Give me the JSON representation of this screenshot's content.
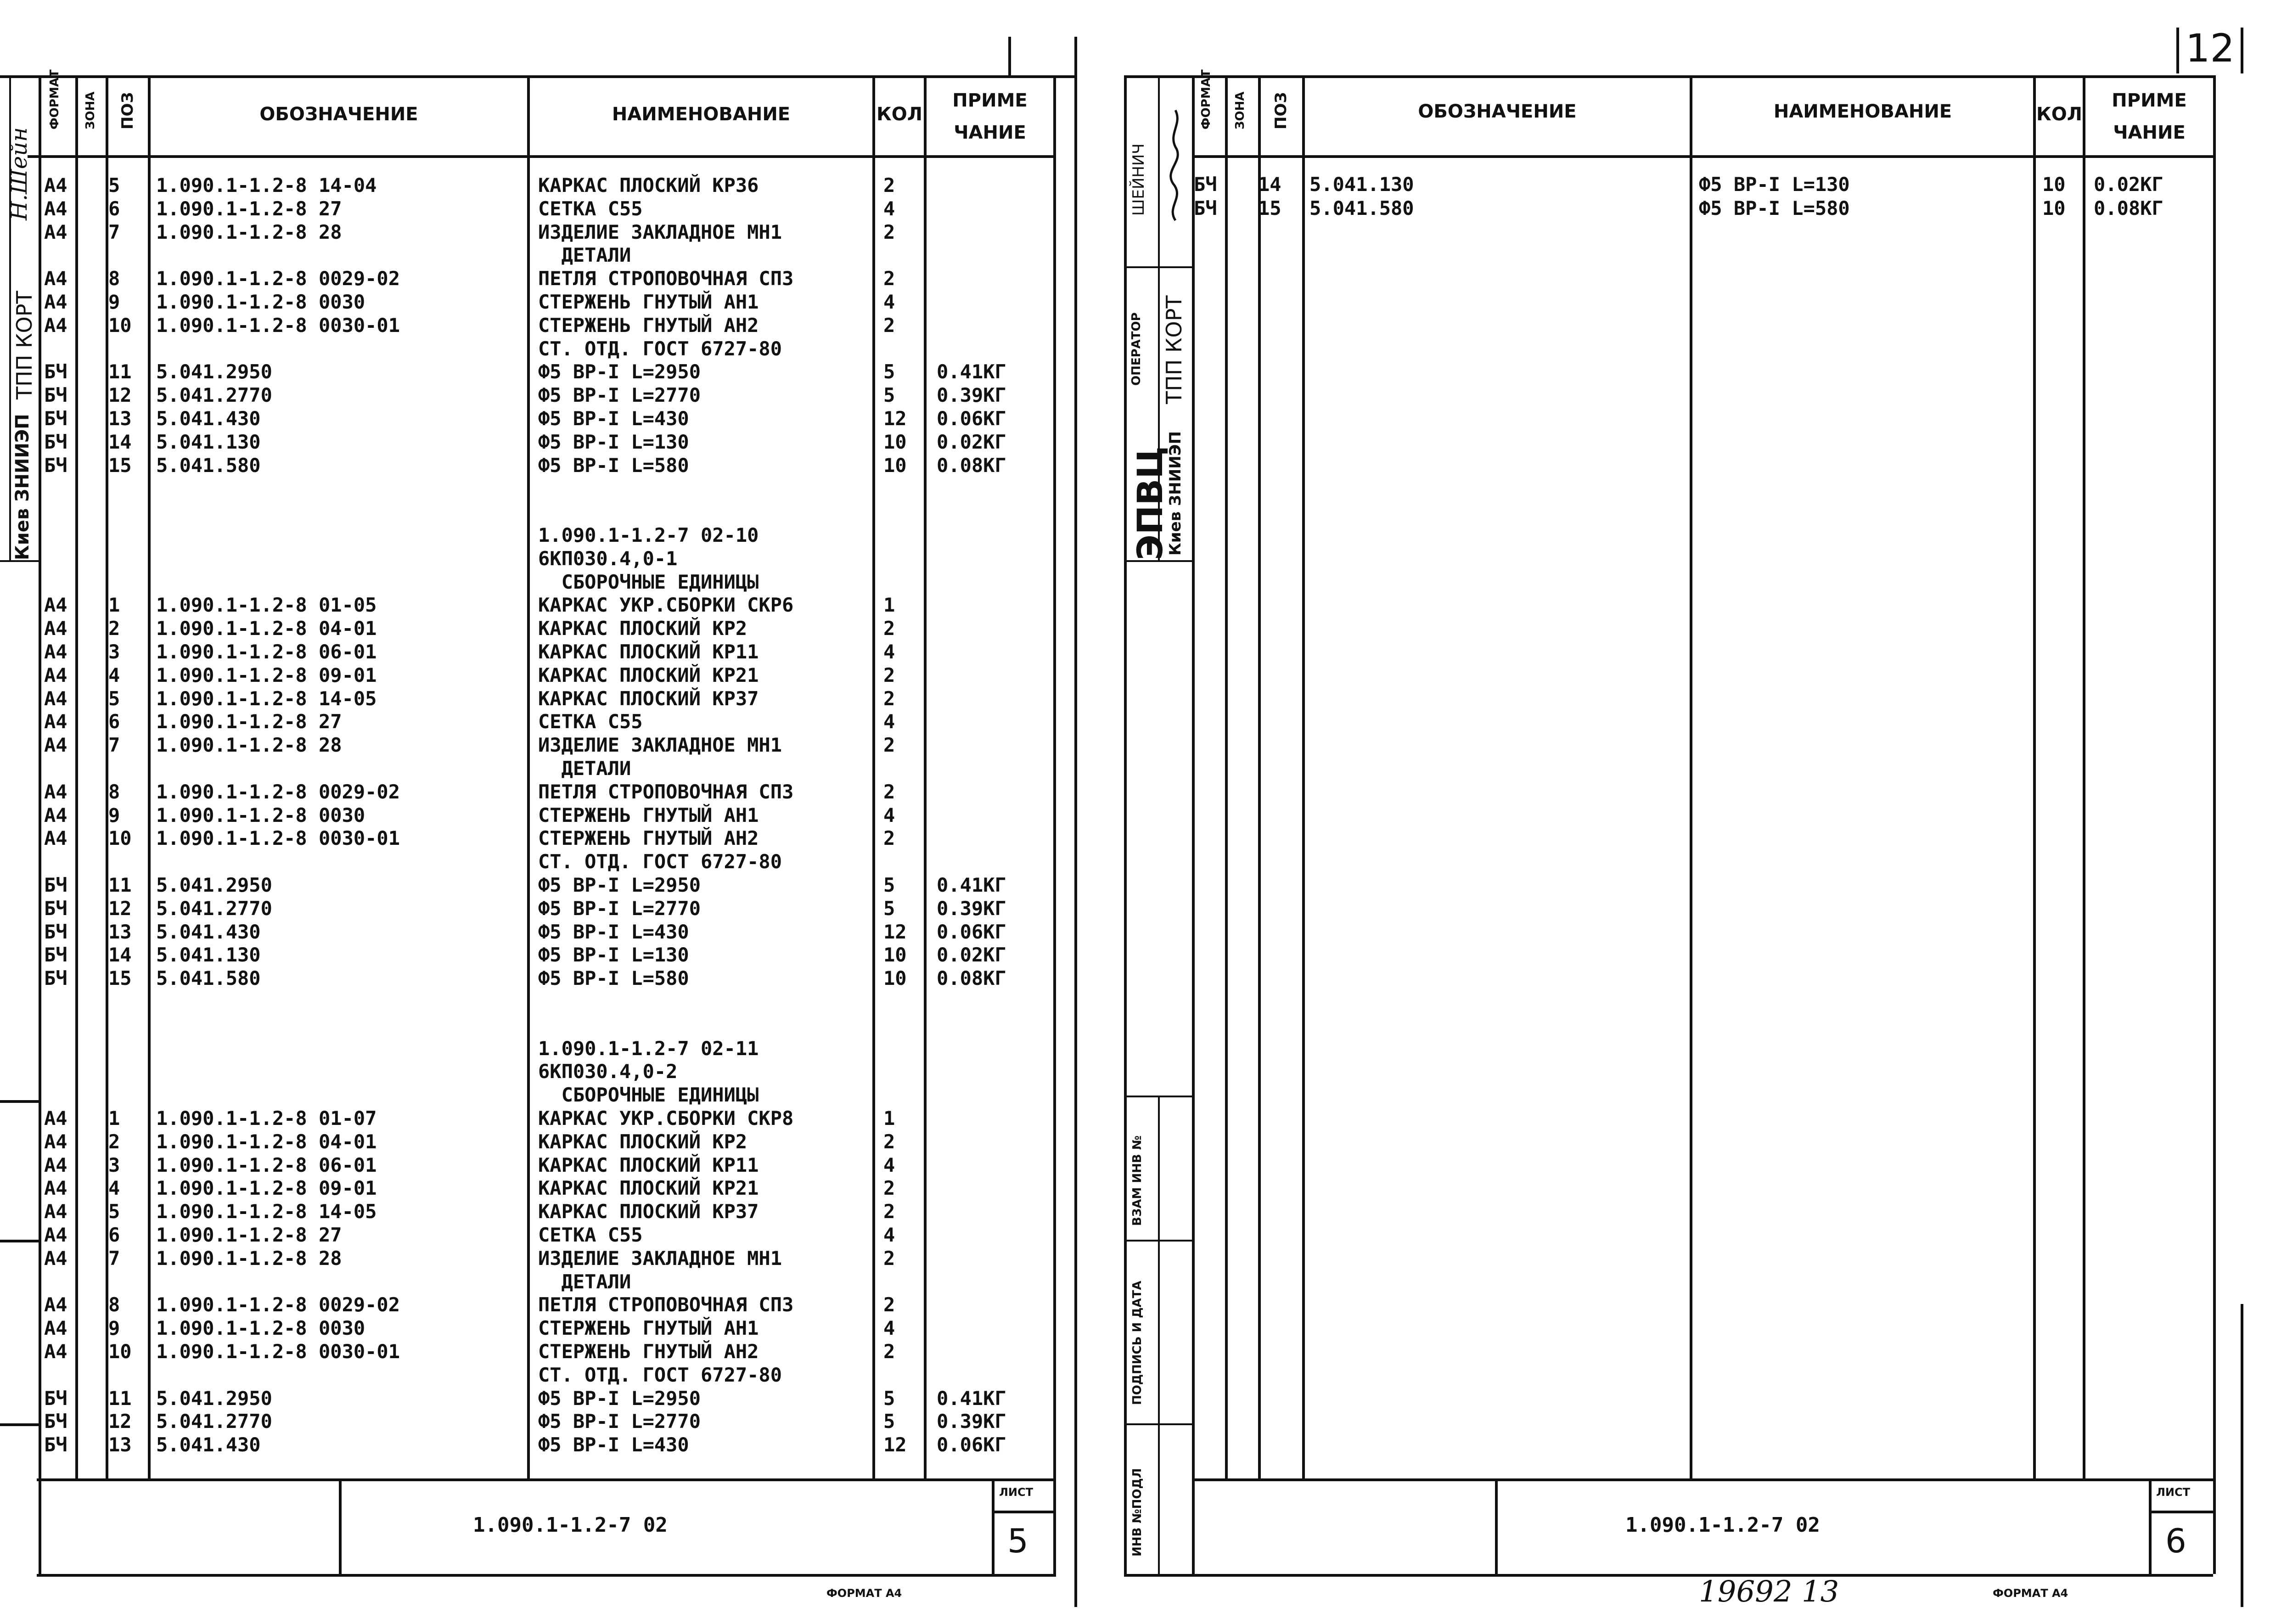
{
  "header": {
    "format": "ФОРМАТ",
    "zone": "ЗОНА",
    "pos": "ПОЗ",
    "designation": "ОБОЗНАЧЕНИЕ",
    "name": "НАИМЕНОВАНИЕ",
    "qty": "КОЛ",
    "note_l1_left": "ПРИМЕ",
    "note_l1_right": "ПРИМЕ",
    "note_l2": "ЧАНИЕ"
  },
  "left_sheet": {
    "rows": [
      {
        "f": "А4",
        "p": "5",
        "d": "1.090.1-1.2-8 14-04",
        "n": "КАРКАС ПЛОСКИЙ КР36",
        "q": "2",
        "m": ""
      },
      {
        "f": "А4",
        "p": "6",
        "d": "1.090.1-1.2-8 27",
        "n": "СЕТКА С55",
        "q": "4",
        "m": ""
      },
      {
        "f": "А4",
        "p": "7",
        "d": "1.090.1-1.2-8 28",
        "n": "ИЗДЕЛИЕ ЗАКЛАДНОЕ МН1",
        "q": "2",
        "m": ""
      },
      {
        "f": "",
        "p": "",
        "d": "",
        "n": "  ДЕТАЛИ",
        "q": "",
        "m": ""
      },
      {
        "f": "А4",
        "p": "8",
        "d": "1.090.1-1.2-8 0029-02",
        "n": "ПЕТЛЯ СТРОПОВОЧНАЯ СП3",
        "q": "2",
        "m": ""
      },
      {
        "f": "А4",
        "p": "9",
        "d": "1.090.1-1.2-8 0030",
        "n": "СТЕРЖЕНЬ ГНУТЫЙ АН1",
        "q": "4",
        "m": ""
      },
      {
        "f": "А4",
        "p": "10",
        "d": "1.090.1-1.2-8 0030-01",
        "n": "СТЕРЖЕНЬ ГНУТЫЙ АН2",
        "q": "2",
        "m": ""
      },
      {
        "f": "",
        "p": "",
        "d": "",
        "n": "СТ. ОТД. ГОСТ 6727-80",
        "q": "",
        "m": ""
      },
      {
        "f": "БЧ",
        "p": "11",
        "d": "5.041.2950",
        "n": "Ф5 ВР-I L=2950",
        "q": "5",
        "m": "0.41КГ"
      },
      {
        "f": "БЧ",
        "p": "12",
        "d": "5.041.2770",
        "n": "Ф5 ВР-I L=2770",
        "q": "5",
        "m": "0.39КГ"
      },
      {
        "f": "БЧ",
        "p": "13",
        "d": "5.041.430",
        "n": "Ф5 ВР-I L=430",
        "q": "12",
        "m": "0.06КГ"
      },
      {
        "f": "БЧ",
        "p": "14",
        "d": "5.041.130",
        "n": "Ф5 ВР-I L=130",
        "q": "10",
        "m": "0.02КГ"
      },
      {
        "f": "БЧ",
        "p": "15",
        "d": "5.041.580",
        "n": "Ф5 ВР-I L=580",
        "q": "10",
        "m": "0.08КГ"
      },
      {
        "f": "",
        "p": "",
        "d": "",
        "n": "",
        "q": "",
        "m": ""
      },
      {
        "f": "",
        "p": "",
        "d": "",
        "n": "",
        "q": "",
        "m": ""
      },
      {
        "f": "",
        "p": "",
        "d": "",
        "n": "1.090.1-1.2-7 02-10",
        "q": "",
        "m": ""
      },
      {
        "f": "",
        "p": "",
        "d": "",
        "n": "6КП030.4,0-1",
        "q": "",
        "m": ""
      },
      {
        "f": "",
        "p": "",
        "d": "",
        "n": "  СБОРОЧНЫЕ ЕДИНИЦЫ",
        "q": "",
        "m": ""
      },
      {
        "f": "А4",
        "p": "1",
        "d": "1.090.1-1.2-8 01-05",
        "n": "КАРКАС УКР.СБОРКИ СКР6",
        "q": "1",
        "m": ""
      },
      {
        "f": "А4",
        "p": "2",
        "d": "1.090.1-1.2-8 04-01",
        "n": "КАРКАС ПЛОСКИЙ КР2",
        "q": "2",
        "m": ""
      },
      {
        "f": "А4",
        "p": "3",
        "d": "1.090.1-1.2-8 06-01",
        "n": "КАРКАС ПЛОСКИЙ КР11",
        "q": "4",
        "m": ""
      },
      {
        "f": "А4",
        "p": "4",
        "d": "1.090.1-1.2-8 09-01",
        "n": "КАРКАС ПЛОСКИЙ КР21",
        "q": "2",
        "m": ""
      },
      {
        "f": "А4",
        "p": "5",
        "d": "1.090.1-1.2-8 14-05",
        "n": "КАРКАС ПЛОСКИЙ КР37",
        "q": "2",
        "m": ""
      },
      {
        "f": "А4",
        "p": "6",
        "d": "1.090.1-1.2-8 27",
        "n": "СЕТКА С55",
        "q": "4",
        "m": ""
      },
      {
        "f": "А4",
        "p": "7",
        "d": "1.090.1-1.2-8 28",
        "n": "ИЗДЕЛИЕ ЗАКЛАДНОЕ МН1",
        "q": "2",
        "m": ""
      },
      {
        "f": "",
        "p": "",
        "d": "",
        "n": "  ДЕТАЛИ",
        "q": "",
        "m": ""
      },
      {
        "f": "А4",
        "p": "8",
        "d": "1.090.1-1.2-8 0029-02",
        "n": "ПЕТЛЯ СТРОПОВОЧНАЯ СП3",
        "q": "2",
        "m": ""
      },
      {
        "f": "А4",
        "p": "9",
        "d": "1.090.1-1.2-8 0030",
        "n": "СТЕРЖЕНЬ ГНУТЫЙ АН1",
        "q": "4",
        "m": ""
      },
      {
        "f": "А4",
        "p": "10",
        "d": "1.090.1-1.2-8 0030-01",
        "n": "СТЕРЖЕНЬ ГНУТЫЙ АН2",
        "q": "2",
        "m": ""
      },
      {
        "f": "",
        "p": "",
        "d": "",
        "n": "СТ. ОТД. ГОСТ 6727-80",
        "q": "",
        "m": ""
      },
      {
        "f": "БЧ",
        "p": "11",
        "d": "5.041.2950",
        "n": "Ф5 ВР-I L=2950",
        "q": "5",
        "m": "0.41КГ"
      },
      {
        "f": "БЧ",
        "p": "12",
        "d": "5.041.2770",
        "n": "Ф5 ВР-I L=2770",
        "q": "5",
        "m": "0.39КГ"
      },
      {
        "f": "БЧ",
        "p": "13",
        "d": "5.041.430",
        "n": "Ф5 ВР-I L=430",
        "q": "12",
        "m": "0.06КГ"
      },
      {
        "f": "БЧ",
        "p": "14",
        "d": "5.041.130",
        "n": "Ф5 ВР-I L=130",
        "q": "10",
        "m": "0.02КГ"
      },
      {
        "f": "БЧ",
        "p": "15",
        "d": "5.041.580",
        "n": "Ф5 ВР-I L=580",
        "q": "10",
        "m": "0.08КГ"
      },
      {
        "f": "",
        "p": "",
        "d": "",
        "n": "",
        "q": "",
        "m": ""
      },
      {
        "f": "",
        "p": "",
        "d": "",
        "n": "",
        "q": "",
        "m": ""
      },
      {
        "f": "",
        "p": "",
        "d": "",
        "n": "1.090.1-1.2-7 02-11",
        "q": "",
        "m": ""
      },
      {
        "f": "",
        "p": "",
        "d": "",
        "n": "6КП030.4,0-2",
        "q": "",
        "m": ""
      },
      {
        "f": "",
        "p": "",
        "d": "",
        "n": "  СБОРОЧНЫЕ ЕДИНИЦЫ",
        "q": "",
        "m": ""
      },
      {
        "f": "А4",
        "p": "1",
        "d": "1.090.1-1.2-8 01-07",
        "n": "КАРКАС УКР.СБОРКИ СКР8",
        "q": "1",
        "m": ""
      },
      {
        "f": "А4",
        "p": "2",
        "d": "1.090.1-1.2-8 04-01",
        "n": "КАРКАС ПЛОСКИЙ КР2",
        "q": "2",
        "m": ""
      },
      {
        "f": "А4",
        "p": "3",
        "d": "1.090.1-1.2-8 06-01",
        "n": "КАРКАС ПЛОСКИЙ КР11",
        "q": "4",
        "m": ""
      },
      {
        "f": "А4",
        "p": "4",
        "d": "1.090.1-1.2-8 09-01",
        "n": "КАРКАС ПЛОСКИЙ КР21",
        "q": "2",
        "m": ""
      },
      {
        "f": "А4",
        "p": "5",
        "d": "1.090.1-1.2-8 14-05",
        "n": "КАРКАС ПЛОСКИЙ КР37",
        "q": "2",
        "m": ""
      },
      {
        "f": "А4",
        "p": "6",
        "d": "1.090.1-1.2-8 27",
        "n": "СЕТКА С55",
        "q": "4",
        "m": ""
      },
      {
        "f": "А4",
        "p": "7",
        "d": "1.090.1-1.2-8 28",
        "n": "ИЗДЕЛИЕ ЗАКЛАДНОЕ МН1",
        "q": "2",
        "m": ""
      },
      {
        "f": "",
        "p": "",
        "d": "",
        "n": "  ДЕТАЛИ",
        "q": "",
        "m": ""
      },
      {
        "f": "А4",
        "p": "8",
        "d": "1.090.1-1.2-8 0029-02",
        "n": "ПЕТЛЯ СТРОПОВОЧНАЯ СП3",
        "q": "2",
        "m": ""
      },
      {
        "f": "А4",
        "p": "9",
        "d": "1.090.1-1.2-8 0030",
        "n": "СТЕРЖЕНЬ ГНУТЫЙ АН1",
        "q": "4",
        "m": ""
      },
      {
        "f": "А4",
        "p": "10",
        "d": "1.090.1-1.2-8 0030-01",
        "n": "СТЕРЖЕНЬ ГНУТЫЙ АН2",
        "q": "2",
        "m": ""
      },
      {
        "f": "",
        "p": "",
        "d": "",
        "n": "СТ. ОТД. ГОСТ 6727-80",
        "q": "",
        "m": ""
      },
      {
        "f": "БЧ",
        "p": "11",
        "d": "5.041.2950",
        "n": "Ф5 ВР-I L=2950",
        "q": "5",
        "m": "0.41КГ"
      },
      {
        "f": "БЧ",
        "p": "12",
        "d": "5.041.2770",
        "n": "Ф5 ВР-I L=2770",
        "q": "5",
        "m": "0.39КГ"
      },
      {
        "f": "БЧ",
        "p": "13",
        "d": "5.041.430",
        "n": "Ф5 ВР-I L=430",
        "q": "12",
        "m": "0.06КГ"
      }
    ],
    "doc_code": "1.090.1-1.2-7 02",
    "sheet_label": "ЛИСТ",
    "sheet_number": "5",
    "format_label": "ФОРМАТ А4",
    "stamp_org": "Киев ЗНИИЭП",
    "stamp_dept": "ТПП КОРТ",
    "stamp_sign": "Н.Шейн"
  },
  "right_sheet": {
    "rows": [
      {
        "f": "БЧ",
        "p": "14",
        "d": "5.041.130",
        "n": "Ф5 ВР-I L=130",
        "q": "10",
        "m": "0.02КГ"
      },
      {
        "f": "БЧ",
        "p": "15",
        "d": "5.041.580",
        "n": "Ф5 ВР-I L=580",
        "q": "10",
        "m": "0.08КГ"
      }
    ],
    "doc_code": "1.090.1-1.2-7 02",
    "sheet_label": "ЛИСТ",
    "sheet_number": "6",
    "format_label": "ФОРМАТ А4",
    "corner_number": "12",
    "hand_number": "19692   13",
    "stamp_org_big": "ЭПВЦ",
    "stamp_org": "Киев ЗНИИЭП",
    "stamp_operator": "ОПЕРАТОР",
    "stamp_dept": "ТПП КОРТ",
    "stamp_name": "ШЕЙНИЧ",
    "side_inv": "ИНВ №ПОДЛ",
    "side_sign": "ПОДПИСЬ И ДАТА",
    "side_replace": "ВЗАМ ИНВ №"
  }
}
